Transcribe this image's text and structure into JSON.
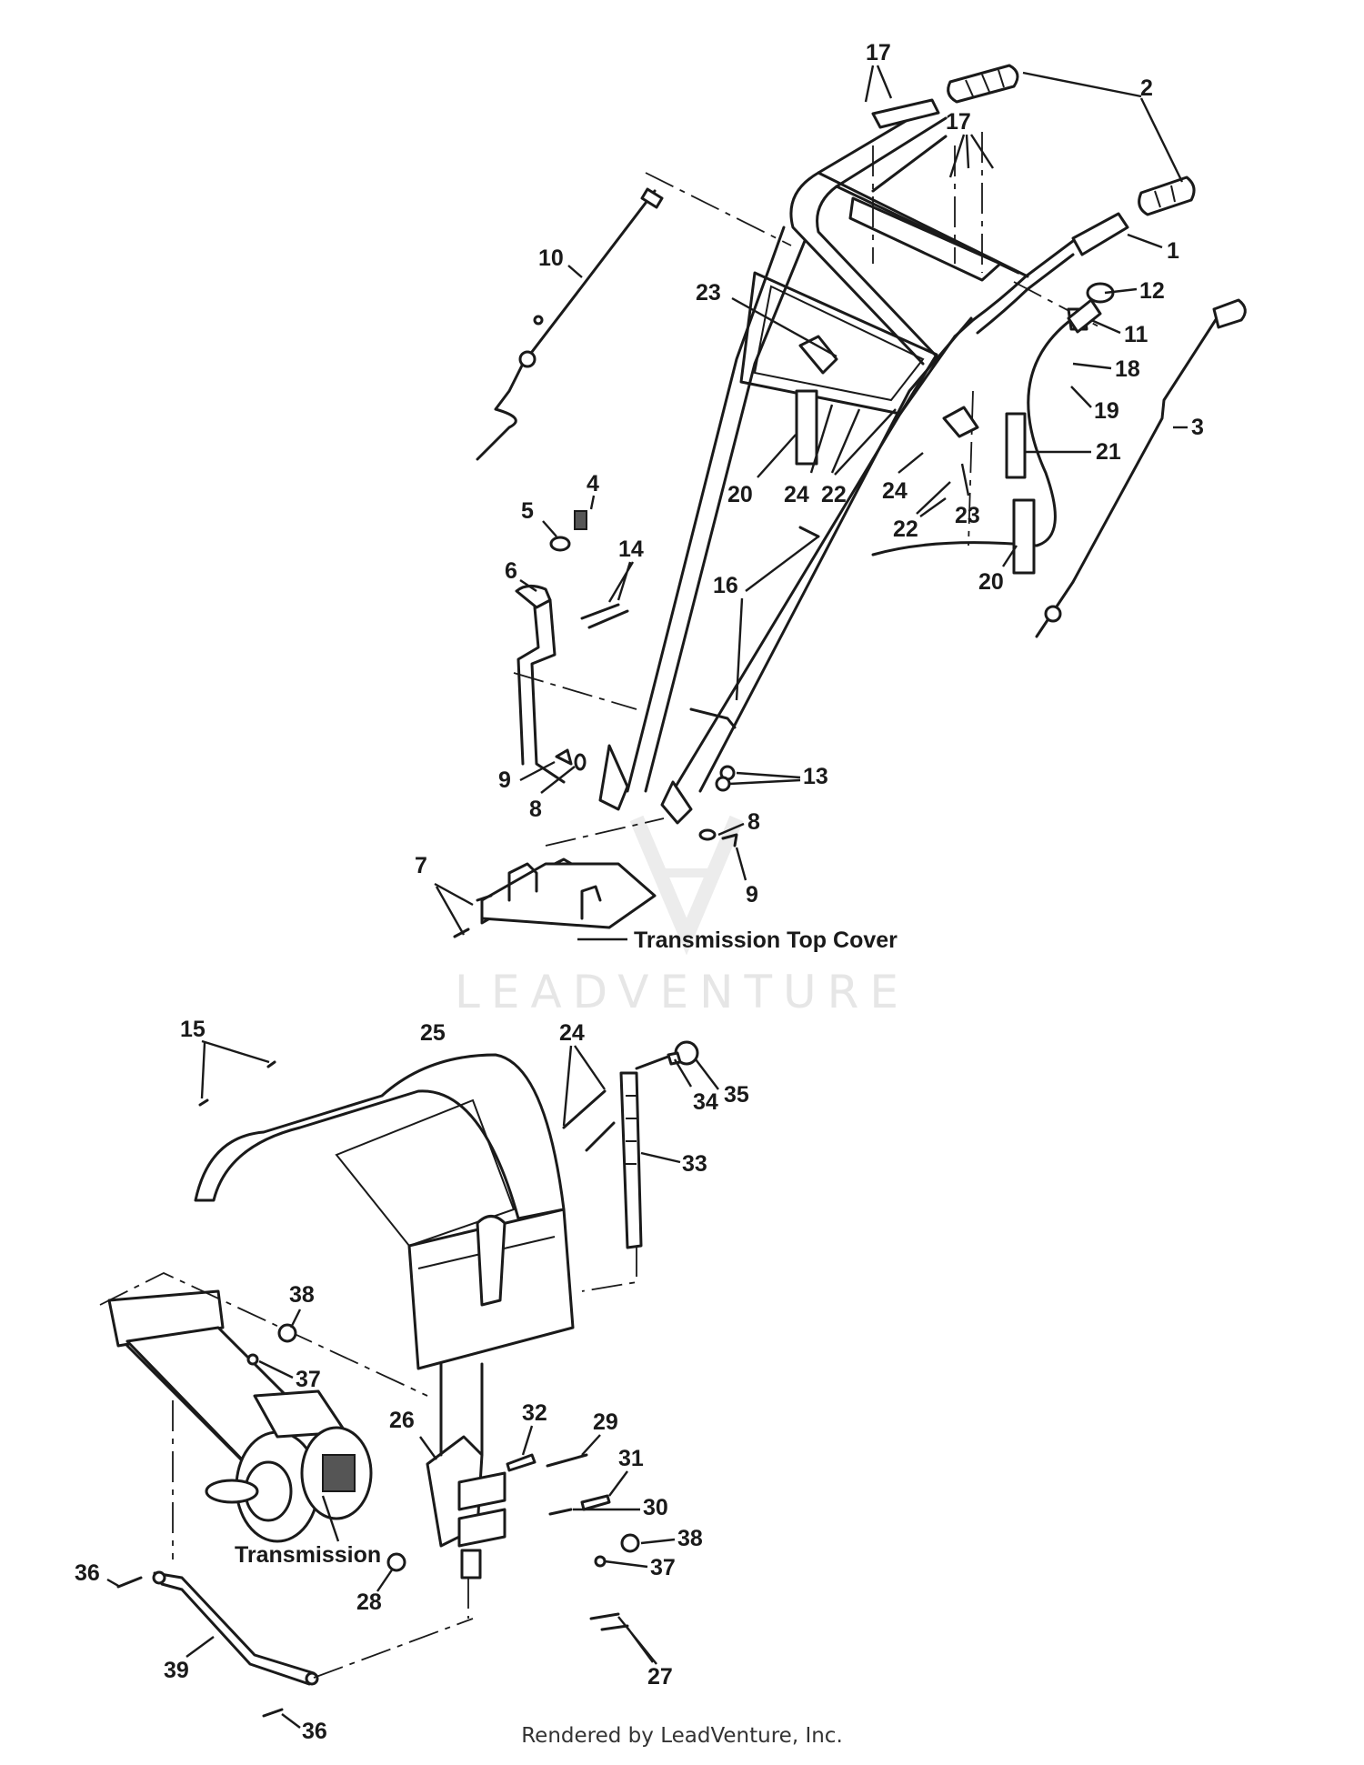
{
  "diagram": {
    "watermark": "LEADVENTURE",
    "footer": "Rendered by LeadVenture, Inc.",
    "labels": {
      "transmission_top_cover": "Transmission Top Cover",
      "transmission": "Transmission"
    },
    "callouts": [
      {
        "id": "c17a",
        "text": "17"
      },
      {
        "id": "c17b",
        "text": "17"
      },
      {
        "id": "c2",
        "text": "2"
      },
      {
        "id": "c1",
        "text": "1"
      },
      {
        "id": "c10",
        "text": "10"
      },
      {
        "id": "c12",
        "text": "12"
      },
      {
        "id": "c11",
        "text": "11"
      },
      {
        "id": "c18",
        "text": "18"
      },
      {
        "id": "c19",
        "text": "19"
      },
      {
        "id": "c3",
        "text": "3"
      },
      {
        "id": "c23a",
        "text": "23"
      },
      {
        "id": "c21",
        "text": "21"
      },
      {
        "id": "c4",
        "text": "4"
      },
      {
        "id": "c5",
        "text": "5"
      },
      {
        "id": "c20a",
        "text": "20"
      },
      {
        "id": "c24a",
        "text": "24"
      },
      {
        "id": "c22a",
        "text": "22"
      },
      {
        "id": "c24b",
        "text": "24"
      },
      {
        "id": "c22b",
        "text": "22"
      },
      {
        "id": "c23b",
        "text": "23"
      },
      {
        "id": "c14",
        "text": "14"
      },
      {
        "id": "c6",
        "text": "6"
      },
      {
        "id": "c16",
        "text": "16"
      },
      {
        "id": "c20b",
        "text": "20"
      },
      {
        "id": "c13",
        "text": "13"
      },
      {
        "id": "c9a",
        "text": "9"
      },
      {
        "id": "c8a",
        "text": "8"
      },
      {
        "id": "c8b",
        "text": "8"
      },
      {
        "id": "c7",
        "text": "7"
      },
      {
        "id": "c9b",
        "text": "9"
      },
      {
        "id": "c15",
        "text": "15"
      },
      {
        "id": "c25",
        "text": "25"
      },
      {
        "id": "c24c",
        "text": "24"
      },
      {
        "id": "c34",
        "text": "34"
      },
      {
        "id": "c35",
        "text": "35"
      },
      {
        "id": "c33",
        "text": "33"
      },
      {
        "id": "c38a",
        "text": "38"
      },
      {
        "id": "c37a",
        "text": "37"
      },
      {
        "id": "c26",
        "text": "26"
      },
      {
        "id": "c32",
        "text": "32"
      },
      {
        "id": "c29",
        "text": "29"
      },
      {
        "id": "c31",
        "text": "31"
      },
      {
        "id": "c30",
        "text": "30"
      },
      {
        "id": "c38b",
        "text": "38"
      },
      {
        "id": "c37b",
        "text": "37"
      },
      {
        "id": "c28",
        "text": "28"
      },
      {
        "id": "c36a",
        "text": "36"
      },
      {
        "id": "c27",
        "text": "27"
      },
      {
        "id": "c39",
        "text": "39"
      },
      {
        "id": "c36b",
        "text": "36"
      }
    ]
  }
}
